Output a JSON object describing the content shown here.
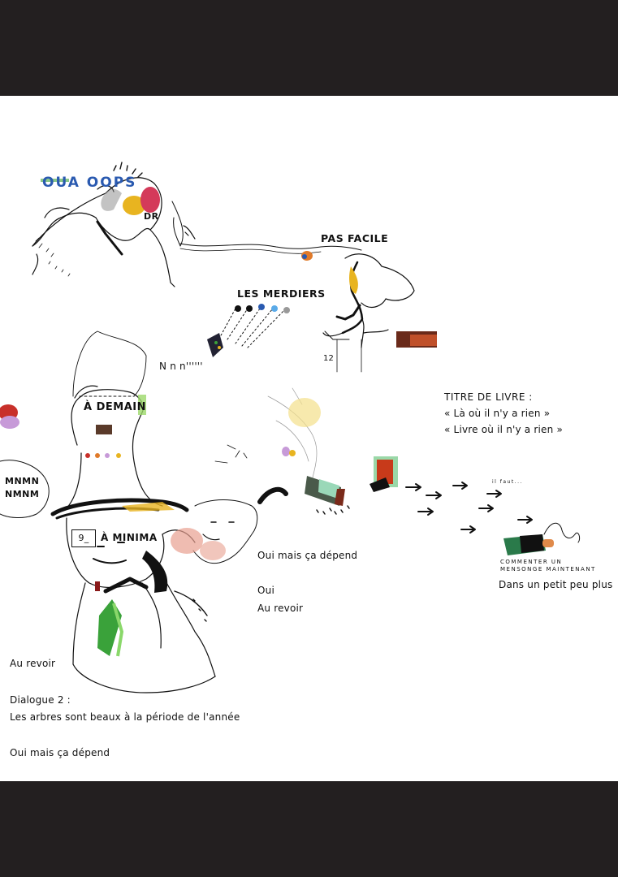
{
  "colors": {
    "frame": "#231f20",
    "page": "#ffffff",
    "ink": "#111111",
    "accent_yellow": "#e8b420",
    "accent_green": "#3aa23a",
    "accent_red": "#c8302a",
    "accent_orange": "#e07a2a",
    "accent_blue": "#2a5ab0"
  },
  "top_scene": {
    "shout": "OUA OOPS",
    "dr_tag": "DR",
    "pas_facile": "PAS FACILE",
    "les_merdiers": "LES MERDIERS",
    "nnn": "N n n''''''",
    "page_number": "12"
  },
  "middle_scene": {
    "a_demain": "À DEMAIN",
    "mnmn_line1": "MNMN",
    "mnmn_line2": "NMNM",
    "hat_tag": "9_",
    "a_minima": "À MINIMA",
    "titre_heading": "TITRE DE LIVRE :",
    "titre_option1": "« Là où il n'y a rien »",
    "titre_option2": "« Livre où il n'y a rien »",
    "il_faut": "il faut...",
    "commenter_line1": "COMMENTER UN",
    "commenter_line2": "MENSONGE MAINTENANT",
    "petit_peu": "Dans un petit peu plus",
    "oui_mais_1": "Oui mais ça dépend",
    "oui": "Oui",
    "au_revoir_right": "Au revoir"
  },
  "dialogue": {
    "au_revoir_left": "Au revoir",
    "heading": "Dialogue 2 :",
    "line1": "Les arbres sont beaux à la période de l'année",
    "line2": "Oui mais ça dépend"
  }
}
